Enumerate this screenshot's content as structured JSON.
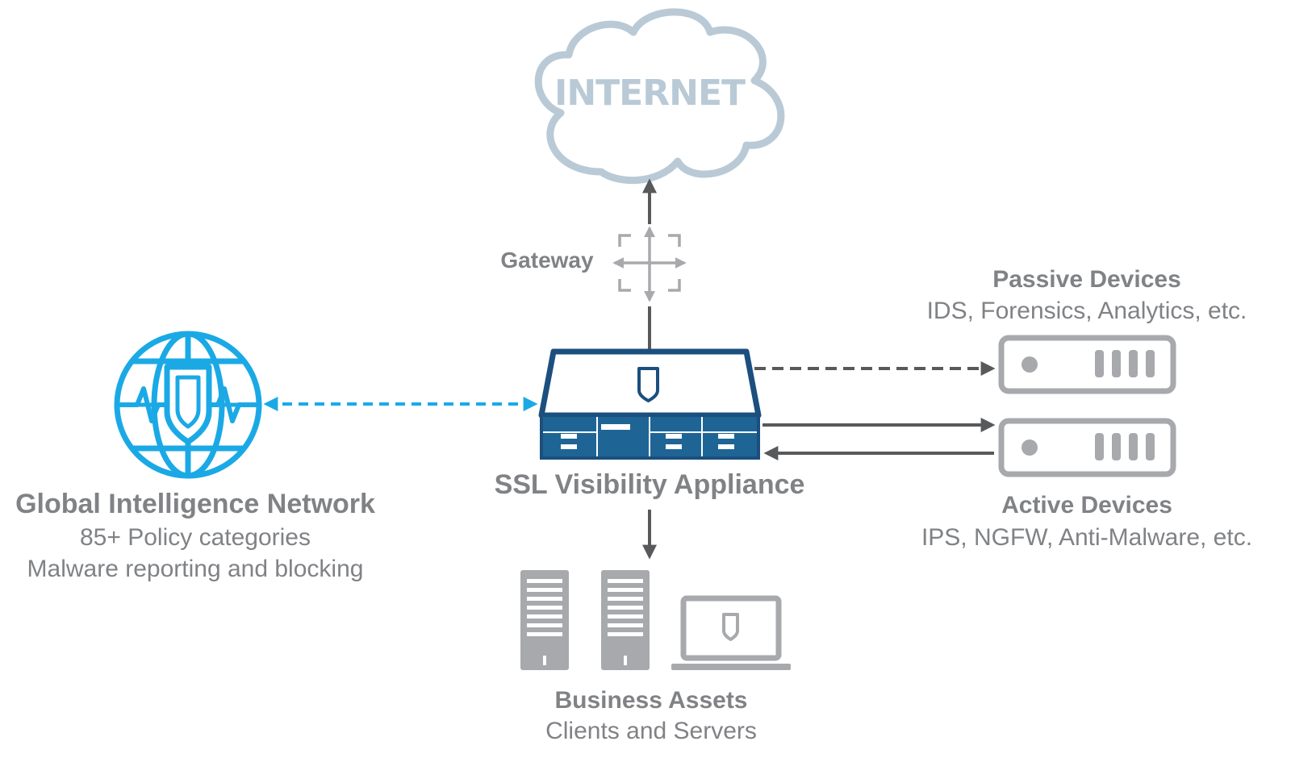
{
  "internet": {
    "label": "INTERNET"
  },
  "gateway": {
    "label": "Gateway"
  },
  "appliance": {
    "label": "SSL Visibility Appliance"
  },
  "global_intelligence": {
    "title": "Global Intelligence Network",
    "line1": "85+ Policy categories",
    "line2": "Malware reporting and blocking"
  },
  "passive_devices": {
    "title": "Passive Devices",
    "subtitle": "IDS, Forensics, Analytics, etc."
  },
  "active_devices": {
    "title": "Active Devices",
    "subtitle": "IPS, NGFW, Anti-Malware, etc."
  },
  "business_assets": {
    "title": "Business Assets",
    "subtitle": "Clients and Servers"
  },
  "icons": {
    "cloud": "cloud-icon",
    "gateway": "gateway-arrows-icon",
    "globe": "globe-shield-icon",
    "appliance": "network-appliance-icon",
    "device": "rack-device-icon",
    "server": "server-tower-icon",
    "laptop": "laptop-icon"
  },
  "colors": {
    "text_gray": "#808285",
    "cloud": "#b9cad6",
    "icon_gray": "#a7a9ac",
    "arrow_dark": "#58595b",
    "navy": "#1b4f7e",
    "steel_blue": "#1e6596",
    "cyan": "#1ba9e6"
  }
}
